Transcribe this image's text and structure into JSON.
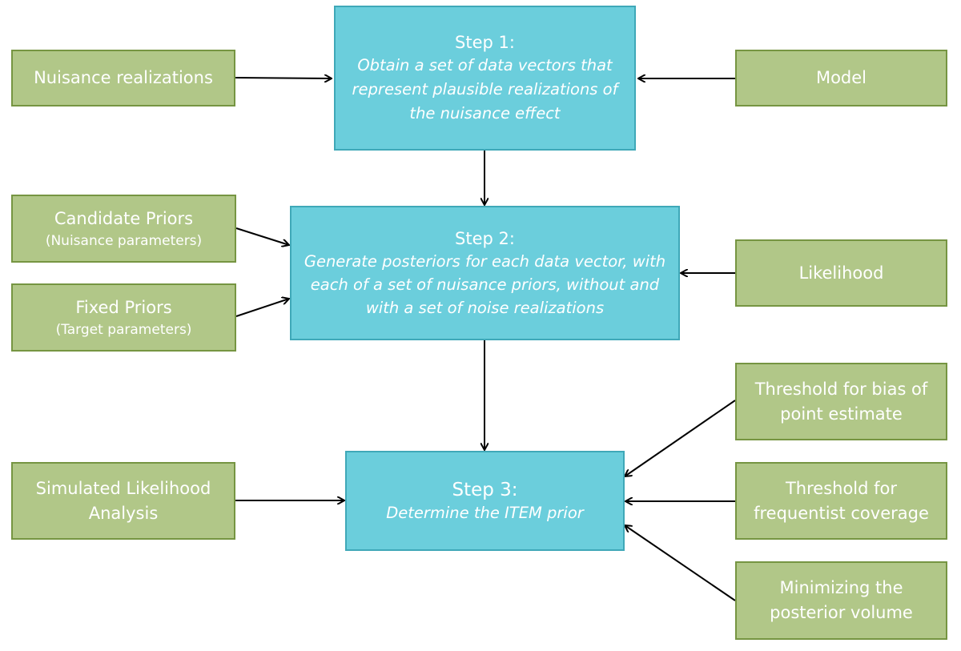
{
  "steps": {
    "step1": {
      "title": "Step 1:",
      "description": [
        "Obtain a set of data vectors that",
        "represent plausible realizations of",
        "the nuisance effect"
      ]
    },
    "step2": {
      "title": "Step 2:",
      "description": [
        "Generate posteriors for each data vector, with",
        "each of a set of nuisance priors, without and",
        "with a set of noise realizations"
      ]
    },
    "step3": {
      "title": "Step 3:",
      "description": [
        "Determine the ITEM prior"
      ]
    }
  },
  "inputs": {
    "nuisance_realizations": {
      "label": "Nuisance realizations"
    },
    "model": {
      "label": "Model"
    },
    "candidate_priors": {
      "label": "Candidate Priors",
      "sub": "(Nuisance parameters)"
    },
    "fixed_priors": {
      "label": "Fixed Priors",
      "sub": "(Target parameters)"
    },
    "likelihood": {
      "label": "Likelihood"
    },
    "simulated_likelihood": {
      "label": [
        "Simulated Likelihood",
        "Analysis"
      ]
    },
    "threshold_bias": {
      "label": [
        "Threshold for bias of",
        "point estimate"
      ]
    },
    "threshold_coverage": {
      "label": [
        "Threshold for",
        "frequentist coverage"
      ]
    },
    "minimizing_volume": {
      "label": [
        "Minimizing the",
        "posterior volume"
      ]
    }
  },
  "colors": {
    "step_fill": "#6bcedc",
    "step_border": "#3fa8b8",
    "input_fill": "#b1c788",
    "input_border": "#769542",
    "arrow": "#000000",
    "text": "#ffffff"
  }
}
